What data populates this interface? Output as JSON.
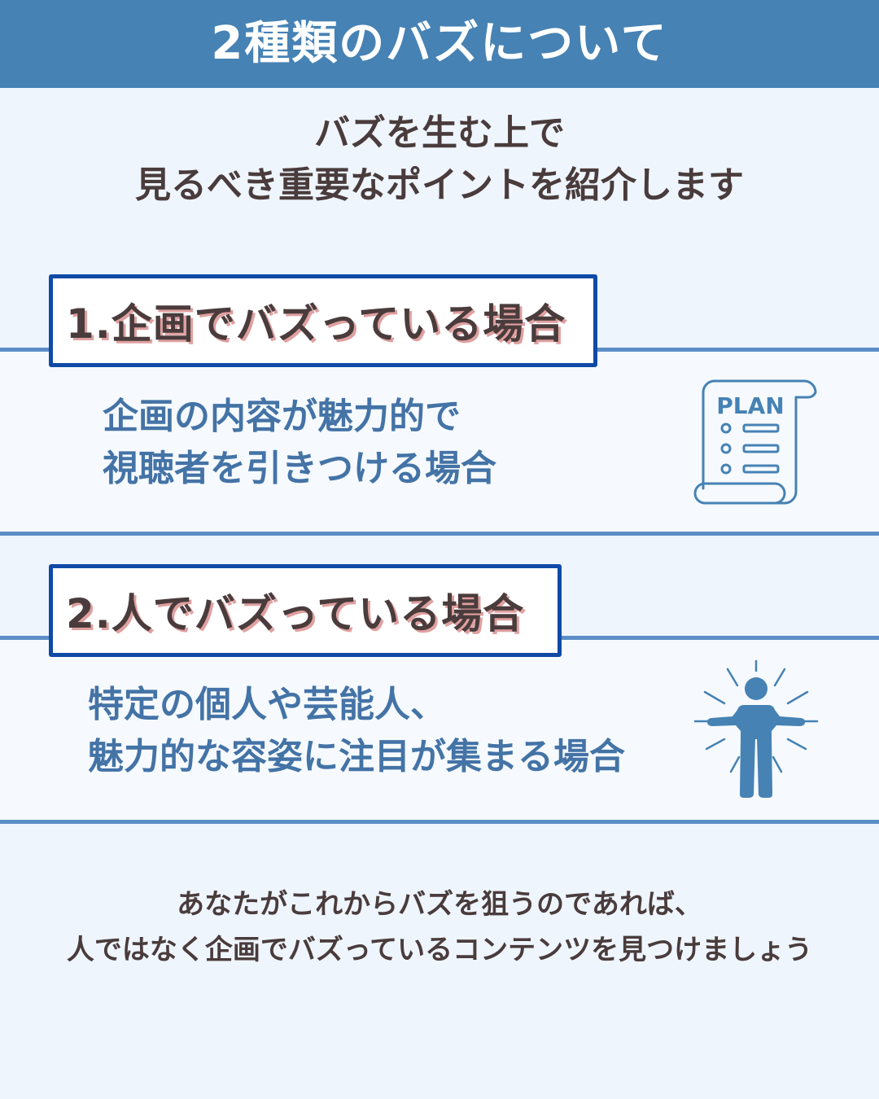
{
  "header": {
    "title": "2種類のバズについて"
  },
  "intro": {
    "line1": "バズを生む上で",
    "line2": "見るべき重要なポイントを紹介します"
  },
  "sections": [
    {
      "label": "1.企画でバズっている場合",
      "desc_line1": "企画の内容が魅力的で",
      "desc_line2": "視聴者を引きつける場合",
      "icon": "plan-document-icon",
      "icon_text": "PLAN"
    },
    {
      "label": "2.人でバズっている場合",
      "desc_line1": "特定の個人や芸能人、",
      "desc_line2": "魅力的な容姿に注目が集まる場合",
      "icon": "person-radiating-icon"
    }
  ],
  "closing": {
    "line1": "あなたがこれからバズを狙うのであれば、",
    "line2": "人ではなく企画でバズっているコンテンツを見つけましょう"
  },
  "colors": {
    "header_bg": "#4682b4",
    "page_bg": "#eef5fd",
    "band_border": "#5b8ec6",
    "label_border": "#0f4aa6",
    "dark_text": "#4a3c3c",
    "blue_text": "#4473a6",
    "label_shadow": "#e0a0a0"
  }
}
